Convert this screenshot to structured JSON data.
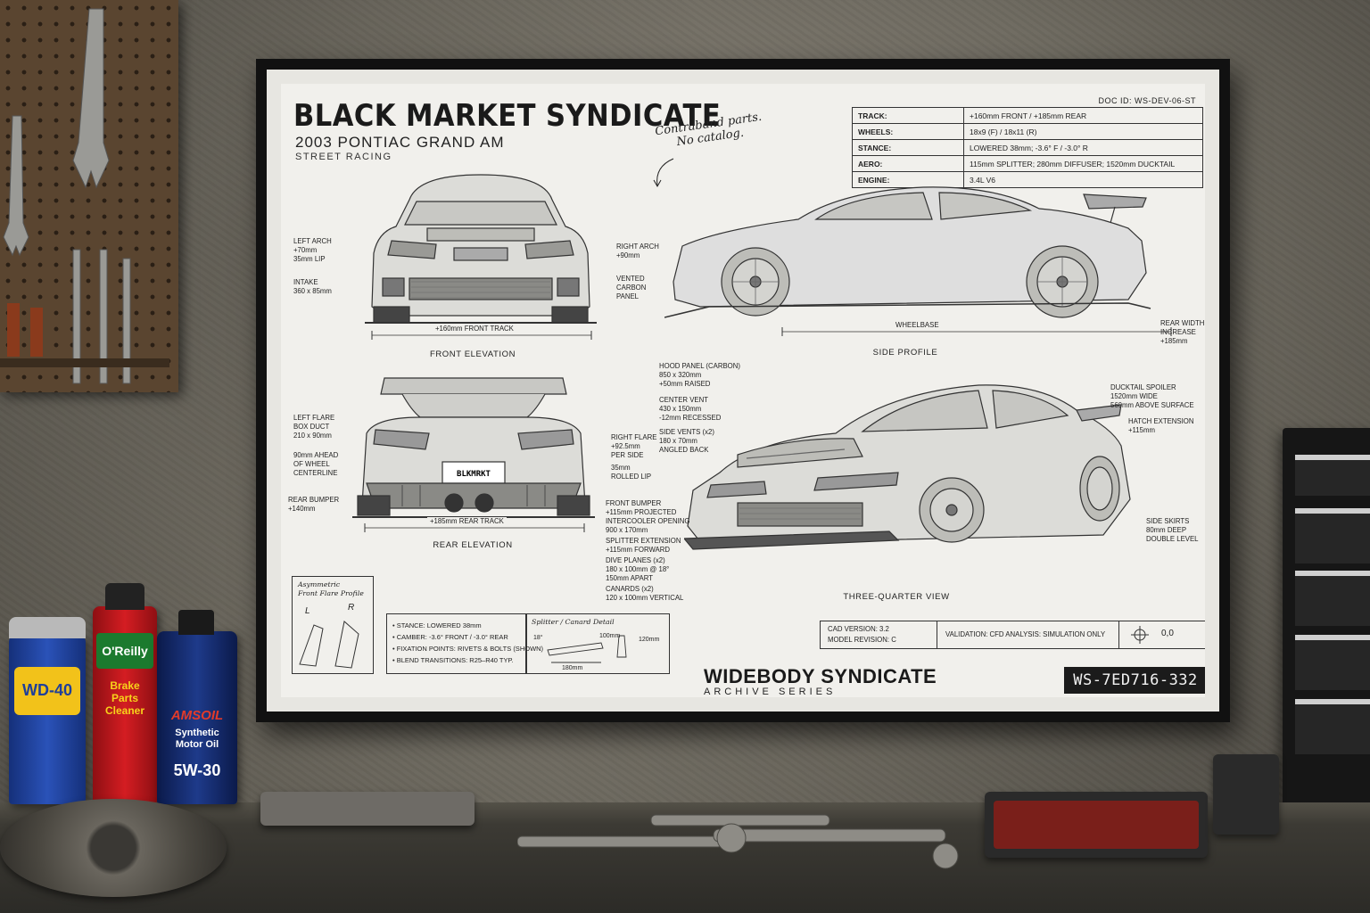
{
  "poster": {
    "title": "BLACK MARKET SYNDICATE",
    "subtitle": "2003 PONTIAC GRAND AM",
    "subtitle2": "STREET RACING",
    "note_line1": "Contraband parts.",
    "note_line2": "No catalog.",
    "doc_id": "DOC ID: WS-DEV-06-ST",
    "specs": [
      {
        "key": "TRACK:",
        "value": "+160mm FRONT / +185mm REAR"
      },
      {
        "key": "WHEELS:",
        "value": "18x9 (F) / 18x11 (R)"
      },
      {
        "key": "STANCE:",
        "value": "LOWERED 38mm; -3.6° F / -3.0° R"
      },
      {
        "key": "AERO:",
        "value": "115mm SPLITTER; 280mm DIFFUSER; 1520mm DUCKTAIL"
      },
      {
        "key": "ENGINE:",
        "value": "3.4L V6"
      }
    ],
    "views": {
      "front": "FRONT ELEVATION",
      "side": "SIDE PROFILE",
      "rear": "REAR ELEVATION",
      "three_quarter": "THREE-QUARTER VIEW"
    },
    "front_annotations": {
      "left_arch": "LEFT ARCH\n+70mm\n35mm LIP",
      "intake": "INTAKE\n360 x 85mm",
      "right_arch": "RIGHT ARCH\n+90mm",
      "vented": "VENTED\nCARBON\nPANEL",
      "front_track": "+160mm FRONT TRACK"
    },
    "side_annotations": {
      "wheelbase": "WHEELBASE",
      "rear_width": "REAR WIDTH\nINCREASE\n+185mm"
    },
    "rear_annotations": {
      "left_flare": "LEFT FLARE\nBOX DUCT\n210 x 90mm",
      "ahead": "90mm AHEAD\nOF WHEEL\nCENTERLINE",
      "rear_bumper": "REAR BUMPER\n+140mm",
      "right_flare": "RIGHT FLARE\n+92.5mm\nPER SIDE",
      "rolled_lip": "35mm\nROLLED LIP",
      "rear_track": "+185mm REAR TRACK",
      "plate": "BLKMRKT"
    },
    "tq_annotations": {
      "hood": "HOOD PANEL (CARBON)\n850 x 320mm\n+50mm RAISED",
      "center_vent": "CENTER VENT\n430 x 150mm\n-12mm RECESSED",
      "side_vents": "SIDE VENTS (x2)\n180 x 70mm\nANGLED BACK",
      "front_bumper": "FRONT BUMPER\n+115mm PROJECTED\nINTERCOOLER OPENING\n900 x 170mm",
      "splitter_ext": "SPLITTER EXTENSION\n+115mm FORWARD",
      "dive_planes": "DIVE PLANES (x2)\n180 x 100mm @ 18°\n150mm APART",
      "canards": "CANARDS (x2)\n120 x 100mm VERTICAL",
      "ducktail": "DUCKTAIL SPOILER\n1520mm WIDE\n560mm ABOVE SURFACE",
      "hatch": "HATCH EXTENSION\n+115mm",
      "side_skirts": "SIDE SKIRTS\n80mm DEEP\nDOUBLE LEVEL"
    },
    "flare_box": {
      "title": "Asymmetric\nFront Flare Profile",
      "left": "L",
      "right": "R"
    },
    "bottom_specs": [
      {
        "key": "STANCE:",
        "value": "LOWERED 38mm"
      },
      {
        "key": "CAMBER:",
        "value": "-3.6° FRONT / -3.0° REAR"
      },
      {
        "key": "FIXATION POINTS:",
        "value": "RIVETS & BOLTS (SHOWN)"
      },
      {
        "key": "BLEND TRANSITIONS:",
        "value": "R25–R40 TYP."
      }
    ],
    "splitter_detail": {
      "title": "Splitter / Canard Detail",
      "angle": "18°",
      "height": "100mm",
      "length": "180mm",
      "depth": "120mm"
    },
    "cad": {
      "version": "CAD VERSION:  3.2",
      "revision": "MODEL REVISION:  C",
      "validation": "VALIDATION:   CFD ANALYSIS: SIMULATION ONLY",
      "origin": "0,0"
    },
    "brand": "WIDEBODY SYNDICATE",
    "brand_sub": "ARCHIVE SERIES",
    "serial": "WS-7ED716-332"
  },
  "garage": {
    "cans": [
      {
        "label": "WD-40",
        "color": "#1f3f9a"
      },
      {
        "label": "O'Reilly",
        "sub": "Brake Parts Cleaner",
        "color": "#c4161c"
      },
      {
        "label": "AMSOIL",
        "sub": "Synthetic Motor Oil",
        "grade": "5W-30",
        "color": "#13296b"
      }
    ]
  }
}
